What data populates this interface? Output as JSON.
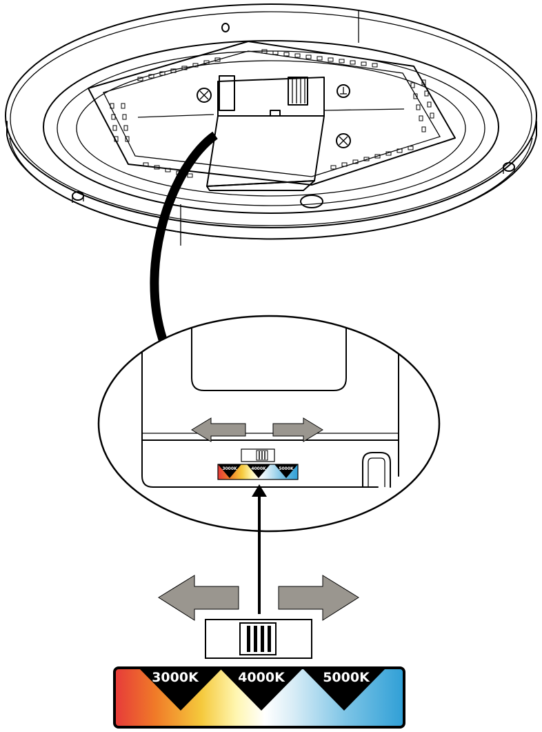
{
  "cct_selector": {
    "options": [
      {
        "label": "3000K"
      },
      {
        "label": "4000K"
      },
      {
        "label": "5000K"
      }
    ],
    "gradient_colors": [
      "#e63a3a",
      "#f07a28",
      "#f5c93c",
      "#fff6b0",
      "#ffffff",
      "#d7ecf6",
      "#7cc4e6",
      "#2f9fd6"
    ]
  },
  "colors": {
    "arrow_fill": "#9a968f",
    "line": "#000000"
  }
}
